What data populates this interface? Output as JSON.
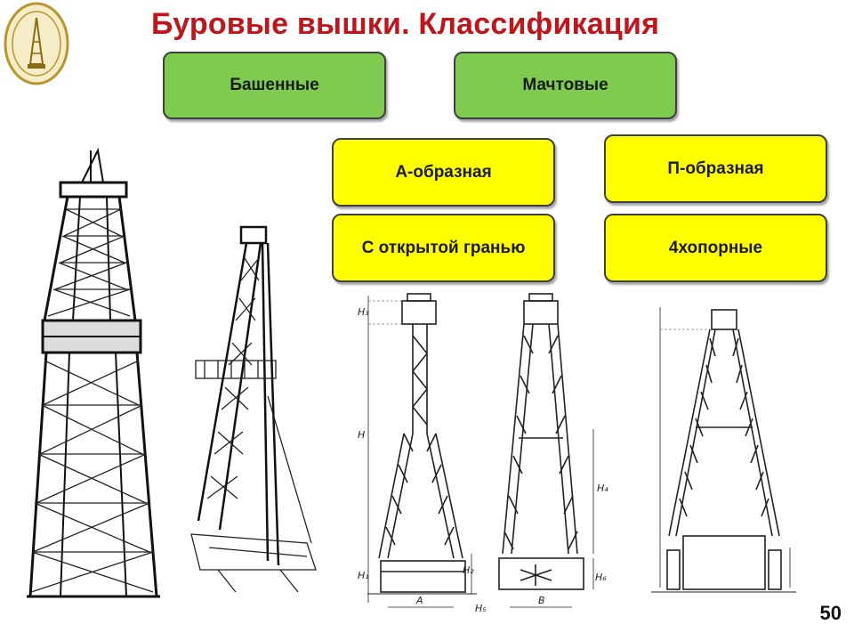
{
  "title": "Буровые вышки. Классификация",
  "categories": {
    "tower": "Башенные",
    "mast": "Мачтовые"
  },
  "mast_types": {
    "a_frame": "А-образная",
    "open_face": "С открытой гранью",
    "p_frame": "П-образная",
    "four_leg": "4хопорные"
  },
  "dimension_labels": {
    "h3": "H₃",
    "h": "H",
    "h1": "H₁",
    "h2": "H₂",
    "h5": "H₅",
    "h4": "H₄",
    "h6": "H₆",
    "a": "A",
    "b": "B"
  },
  "page_number": "50"
}
